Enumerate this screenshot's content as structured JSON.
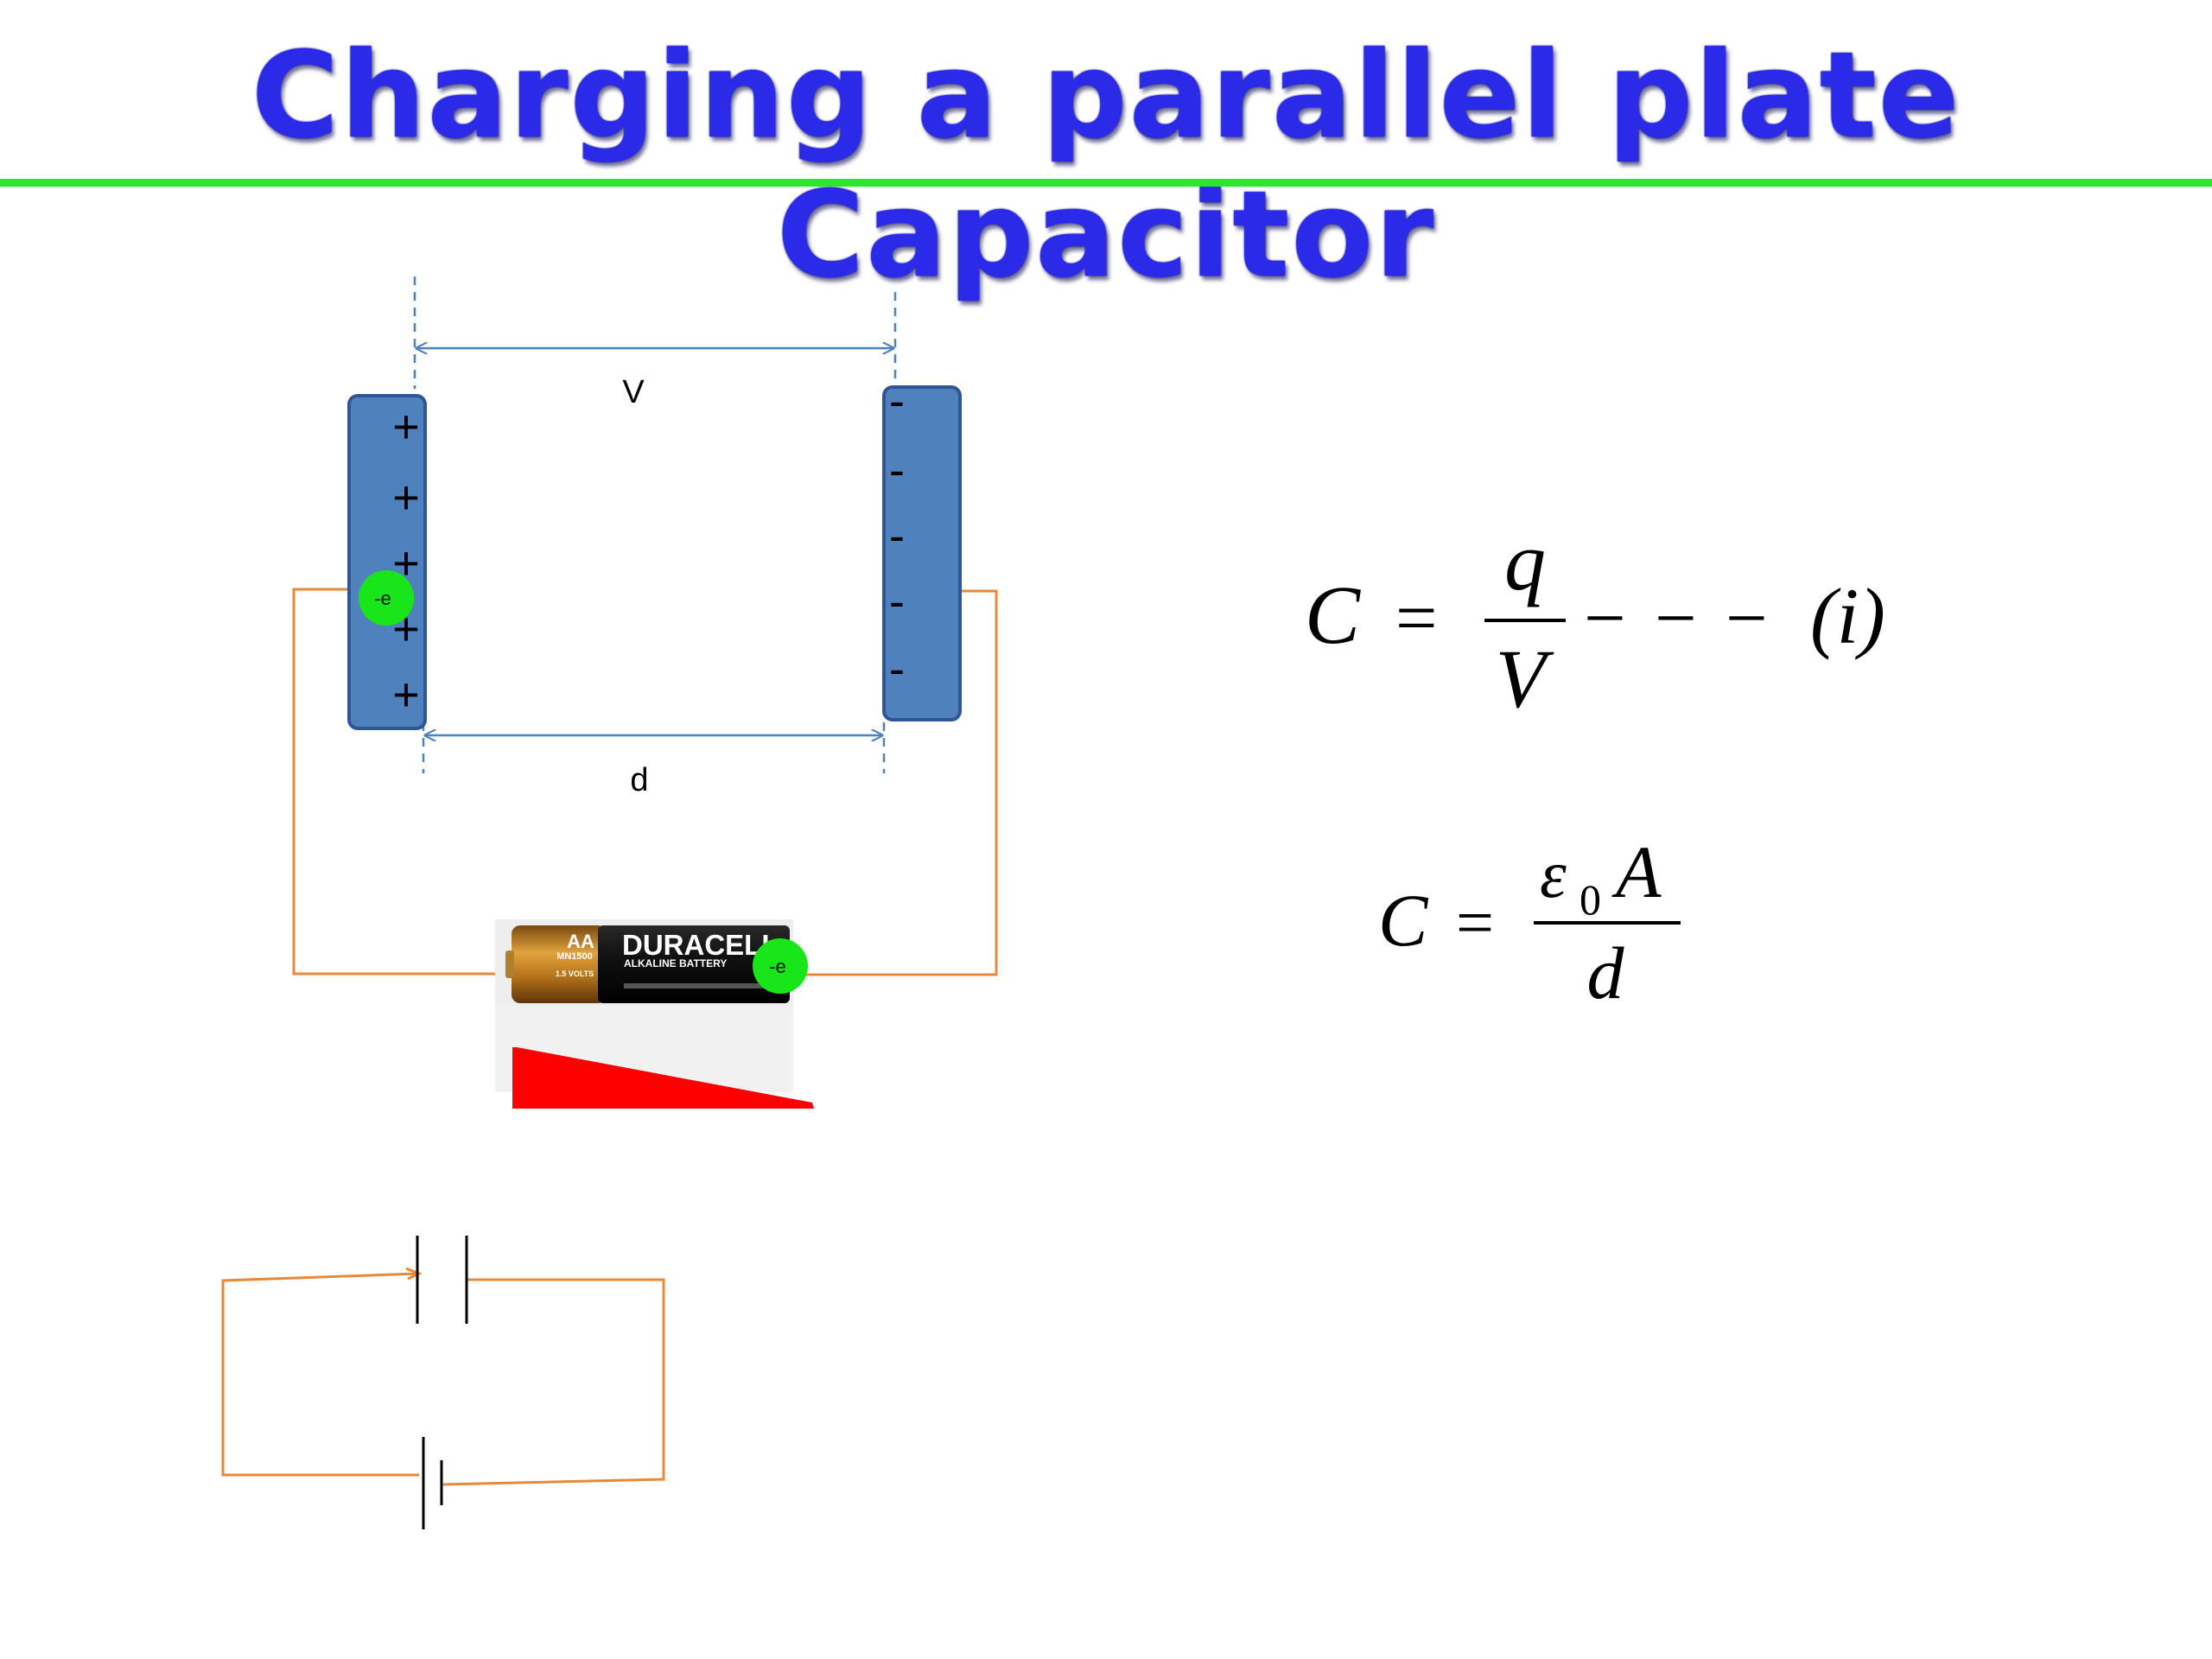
{
  "title": "Charging a parallel plate Capacitor",
  "diagram": {
    "voltage_label": "V",
    "distance_label": "d",
    "left_plate_signs": [
      "+",
      "+",
      "+",
      "+",
      "+"
    ],
    "right_plate_signs": [
      "-",
      "-",
      "-",
      "-",
      "-"
    ],
    "electron_label": "-e",
    "battery": {
      "brand": "DURACELL",
      "size": "AA",
      "type_text": "ALKALINE BATTERY",
      "model": "MN1500",
      "volts": "1.5 VOLTS"
    }
  },
  "equations": {
    "eq1": {
      "lhs": "C",
      "equals": "=",
      "numerator": "q",
      "denominator": "V",
      "dashes": "− − −",
      "tag": "(i)"
    },
    "eq2": {
      "lhs": "C",
      "equals": "=",
      "epsilon": "ε",
      "subscript": "0",
      "area": "A",
      "denominator": "d"
    }
  },
  "colors": {
    "title": "#2a2ae8",
    "title_rule": "#2ee52e",
    "plate": "#4f81bd",
    "plate_border": "#2f5597",
    "wire": "#e8883a",
    "dimension": "#4f81bd",
    "electron": "#19e619",
    "wedge": "#ff0000"
  }
}
